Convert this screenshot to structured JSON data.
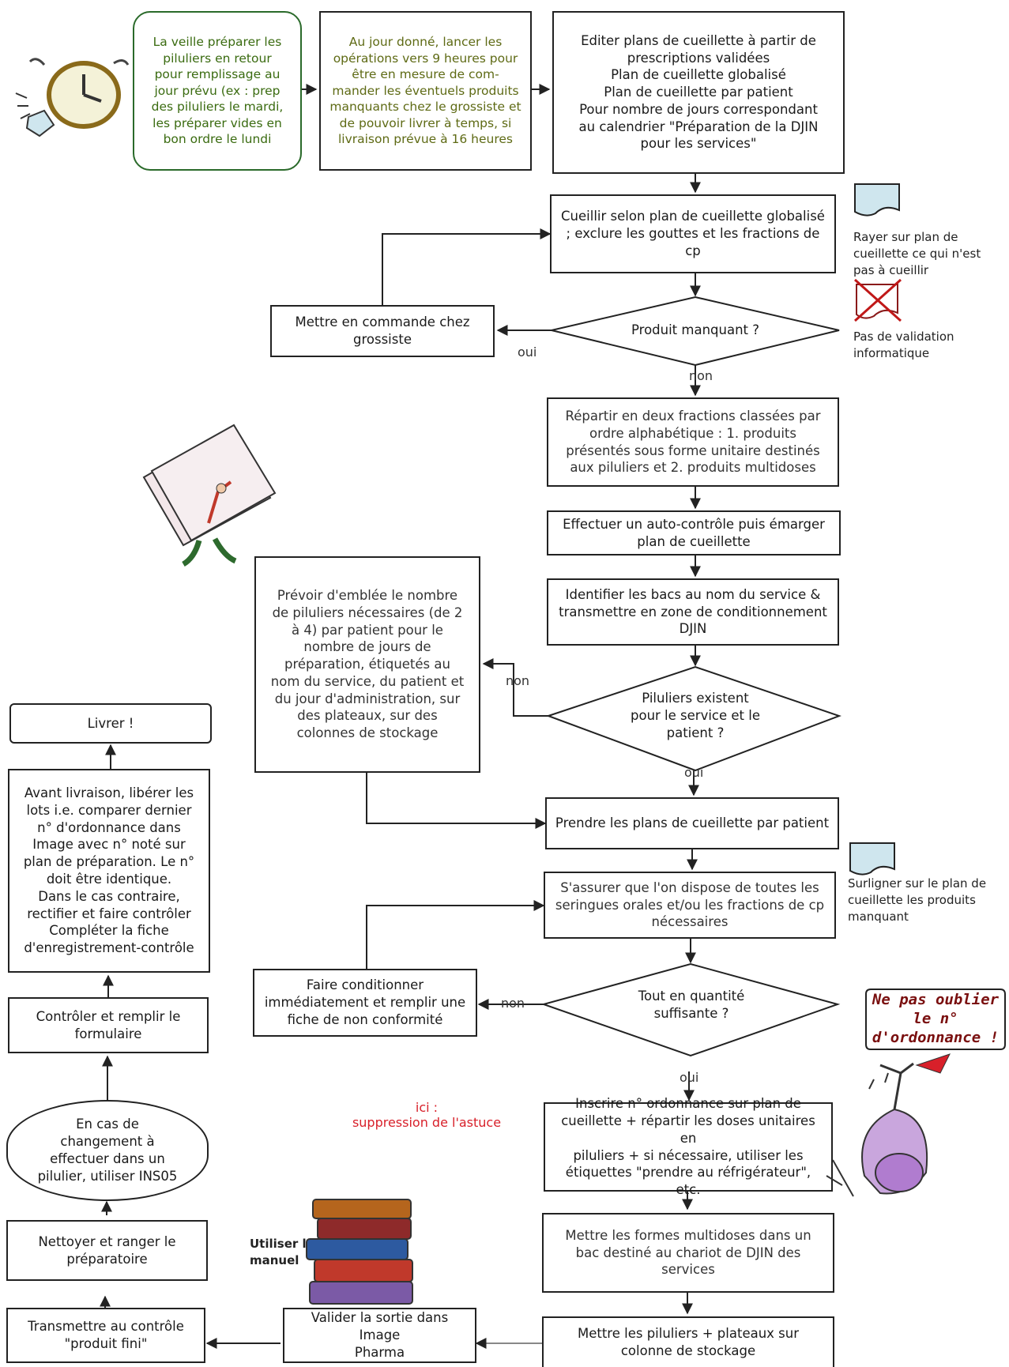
{
  "steps": {
    "prep_veille": "La veille préparer les\npiluliers en retour\npour remplissage au\njour prévu (ex : prep\ndes piluliers le mardi,\nles préparer vides en\nbon ordre le lundi",
    "lancer": "Au jour donné, lancer les\nopérations vers 9 heures pour\nêtre en mesure de com-\nmander les éventuels produits\nmanquants chez le grossiste et\nde pouvoir livrer à temps, si\nlivraison prévue à 16 heures",
    "editer": "Editer plans de cueillette à partir de\nprescriptions validées\nPlan de cueillette globalisé\nPlan de cueillette par patient\nPour nombre de jours correspondant\nau calendrier \"Préparation de la DJIN\npour les services\"",
    "cueillir": "Cueillir selon plan de cueillette globalisé\n; exclure les gouttes et les fractions de\ncp",
    "commande": "Mettre en commande chez\ngrossiste",
    "repartir": "Répartir en deux fractions classées par\nordre alphabétique : 1. produits\nprésentés sous forme unitaire destinés\naux piluliers et 2. produits multidoses",
    "autocontrole": "Effectuer un auto-contrôle puis émarger\nplan de cueillette",
    "identifier": "Identifier les bacs au nom du service &\ntransmettre en zone de conditionnement\nDJIN",
    "prevoir": "Prévoir d'emblée le nombre\nde piluliers nécessaires (de 2\nà 4) par patient pour le\nnombre de jours de\npréparation, étiquetés au\nnom du service, du patient et\ndu jour d'administration, sur\ndes plateaux, sur des\ncolonnes de stockage",
    "prendre": "Prendre les plans de cueillette par patient",
    "assurer": "S'assurer que l'on dispose de toutes les\nseringues orales et/ou les fractions de cp\nnécessaires",
    "faire_cond": "Faire conditionner\nimmédiatement et remplir une\nfiche de non conformité",
    "inscrire": "Inscrire n° ordonnance sur plan de\ncueillette + répartir les doses unitaires en\npiluliers + si nécessaire, utiliser les\nétiquettes \"prendre au réfrigérateur\", etc.",
    "multidoses": "Mettre les formes multidoses dans un\nbac destiné au chariot de DJIN des\nservices",
    "mettre_piluliers": "Mettre les piluliers + plateaux sur\ncolonne de stockage",
    "valider": "Valider la sortie dans Image\nPharma",
    "transmettre": "Transmettre au contrôle\n\"produit fini\"",
    "nettoyer": "Nettoyer et ranger le\npréparatoire",
    "changement": "En cas de\nchangement à\neffectuer dans un\npilulier, utiliser INS05",
    "controler": "Contrôler et remplir le\nformulaire",
    "avant_livraison": "Avant livraison, libérer les\nlots i.e. comparer dernier\nn° d'ordonnance dans\nImage avec n° noté sur\nplan de préparation. Le n°\ndoit être identique.\nDans le cas contraire,\nrectifier et faire contrôler\nCompléter la fiche\nd'enregistrement-contrôle",
    "livrer": "Livrer !"
  },
  "decisions": {
    "produit_manquant": "Produit manquant ?",
    "piluliers_existent": "Piluliers existent\npour le service et le\npatient ?",
    "tout_quantite": "Tout en quantité\nsuffisante ?"
  },
  "labels": {
    "oui_1": "oui",
    "non_1": "non",
    "non_2": "non",
    "oui_2": "oui",
    "non_3": "non",
    "oui_3": "oui"
  },
  "side_notes": {
    "rayer": "Rayer sur plan de\ncueillette ce qui n'est\npas à cueillir",
    "pas_validation": "Pas de validation\ninformatique",
    "surligner": "Surligner sur le plan de\ncueillette les produits\nmanquant",
    "utiliser_manuel": "Utiliser le\nmanuel",
    "ici": "ici :\nsuppression de l'astuce",
    "ne_pas_oublier": "Ne pas oublier\nle n°\nd'ordonnance !"
  },
  "icons": [
    "alarm-clock-icon",
    "folders-character-icon",
    "book-stack-icon",
    "character-with-sign-icon",
    "document-icon",
    "crossed-document-icon"
  ],
  "colors": {
    "line": "#222222",
    "green_text": "#3a6b10",
    "olive_text": "#5e6a14",
    "note_red": "#d8202a",
    "doc_fill": "#cfe6ee"
  }
}
